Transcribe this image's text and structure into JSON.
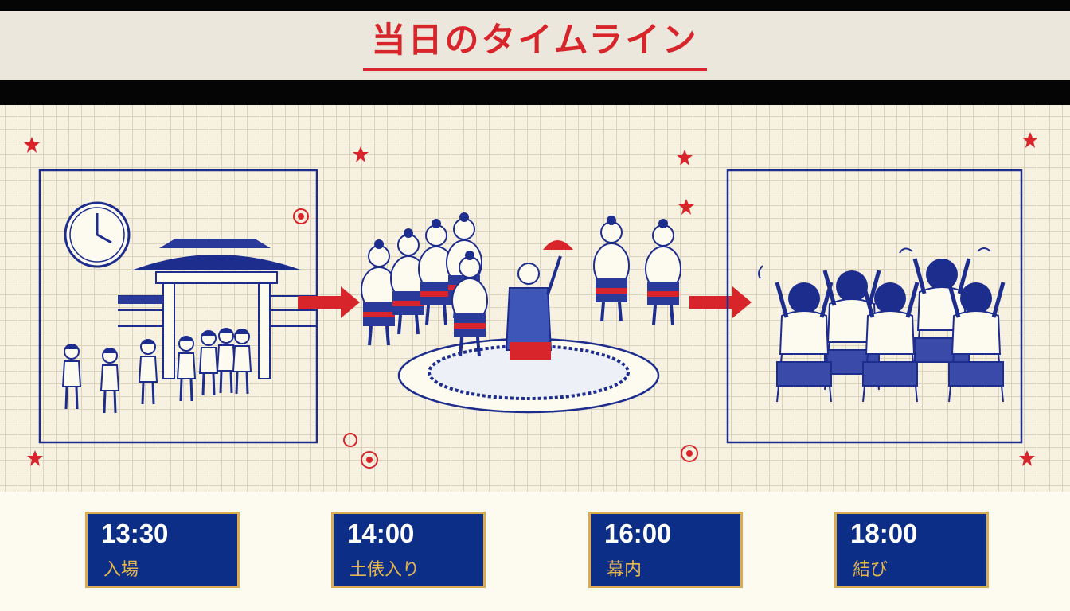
{
  "page": {
    "title": "当日のタイムライン"
  },
  "colors": {
    "accent_red": "#d8252b",
    "ink_blue": "#1d2d8e",
    "card_background": "#0c2e86",
    "card_border": "#d9ad4f",
    "card_label": "#e5b64e",
    "paper": "#f7f1e1"
  },
  "illustration": {
    "panels": [
      "entrance-scene",
      "ring-entering-ceremony-scene",
      "audience-cheering-scene"
    ],
    "connectors": [
      "arrow-right-icon",
      "arrow-right-icon"
    ]
  },
  "timeline": [
    {
      "time": "13:30",
      "label": "入場"
    },
    {
      "time": "14:00",
      "label": "土俵入り"
    },
    {
      "time": "16:00",
      "label": "幕内"
    },
    {
      "time": "18:00",
      "label": "結び"
    }
  ]
}
